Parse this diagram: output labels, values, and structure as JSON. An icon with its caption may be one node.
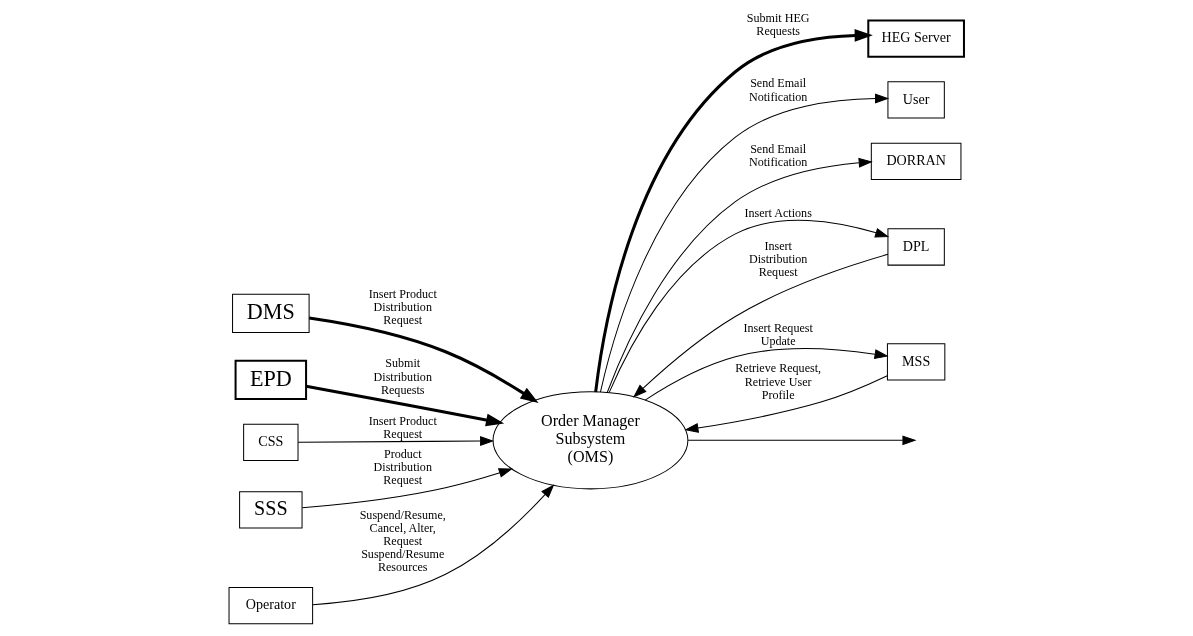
{
  "diagram": {
    "nodes": [
      {
        "text": [
          "DMS"
        ]
      },
      {
        "text": [
          "HEG Server"
        ]
      },
      {
        "text": [
          "EPD"
        ]
      },
      {
        "text": [
          "User"
        ]
      },
      {
        "text": [
          "Order Manager Subsystem (OMS)"
        ]
      },
      {
        "text": [
          "CSS"
        ]
      },
      {
        "text": [
          "DORRAN"
        ]
      },
      {
        "text": [
          "SSS"
        ]
      },
      {
        "text": [
          "Operator"
        ]
      },
      {
        "text": [
          "DPL"
        ]
      },
      {
        "text": [
          "MSS"
        ]
      }
    ],
    "edges": [
      {
        "from": 0,
        "to": 4,
        "arrow": "to",
        "style": "thick",
        "label": "Insert Product Distribution Request"
      },
      {
        "from": 4,
        "to": 1,
        "arrow": "to",
        "style": "thick",
        "label": "Submit HEG Requests"
      },
      {
        "from": 2,
        "to": 4,
        "arrow": "to",
        "style": "thick",
        "label": "Submit Distribution Requests"
      },
      {
        "from": 4,
        "to": 3,
        "arrow": "to",
        "label": "Send Email Notification"
      },
      {
        "from": 5,
        "to": 4,
        "arrow": "to",
        "label": "Insert Product Request"
      },
      {
        "from": 4,
        "to": null,
        "arrow": "to"
      },
      {
        "from": 4,
        "to": 6,
        "arrow": "to",
        "label": "Send Email Notification"
      },
      {
        "from": 7,
        "to": 4,
        "arrow": "to",
        "label": "Product Distribution Request"
      },
      {
        "from": 8,
        "to": 4,
        "arrow": "to",
        "label": "Suspend/Resume, Cancel, Alter, Request Suspend/Resume Resources"
      },
      {
        "from": 9,
        "to": 4,
        "arrow": "to",
        "label": "Insert Distribution Request"
      },
      {
        "from": 4,
        "to": 9,
        "arrow": "to",
        "label": "Insert Actions"
      },
      {
        "from": 4,
        "to": 10,
        "arrow": "to",
        "label": "Insert Request Update"
      },
      {
        "from": 10,
        "to": 4,
        "arrow": "to",
        "label": "Retrieve Request, Retrieve User Profile"
      }
    ]
  }
}
